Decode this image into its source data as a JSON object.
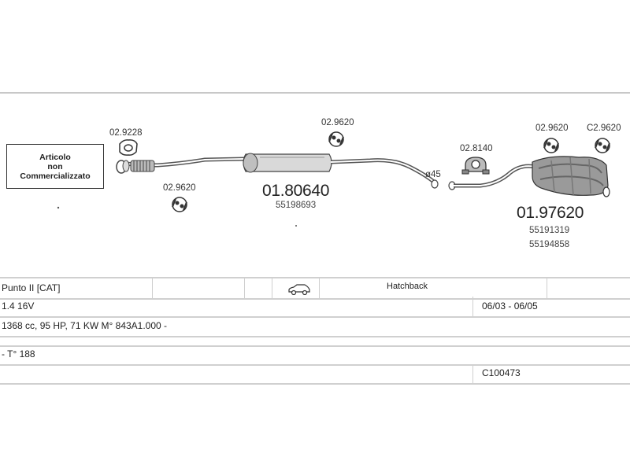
{
  "notice_box": {
    "line1": "Articolo",
    "line2": "non",
    "line3": "Commercializzato"
  },
  "parts": {
    "gasket": "02.9228",
    "hanger_front": "02.9620",
    "hanger_mid": "02.9620",
    "middle_silencer": "01.80640",
    "middle_oem": "55198693",
    "clamp": "02.8140",
    "hanger_rear_left": "02.9620",
    "hanger_rear_right": "C2.9620",
    "rear_silencer": "01.97620",
    "rear_oem_1": "55191319",
    "rear_oem_2": "55194858",
    "pipe_diameter": "ø45"
  },
  "vehicle": {
    "model": "Punto II  [CAT]",
    "body_type": "Hatchback",
    "engine": "1.4 16V",
    "years": "06/03 - 06/05",
    "specs": "1368 cc, 95 HP, 71 KW M° 843A1.000 -",
    "type_code": "- T° 188",
    "catalog_code": "C100473"
  },
  "icons": {
    "car": "car-icon",
    "hanger": "rubber-hanger-icon",
    "gasket": "flange-gasket-icon",
    "clamp": "pipe-clamp-icon"
  }
}
